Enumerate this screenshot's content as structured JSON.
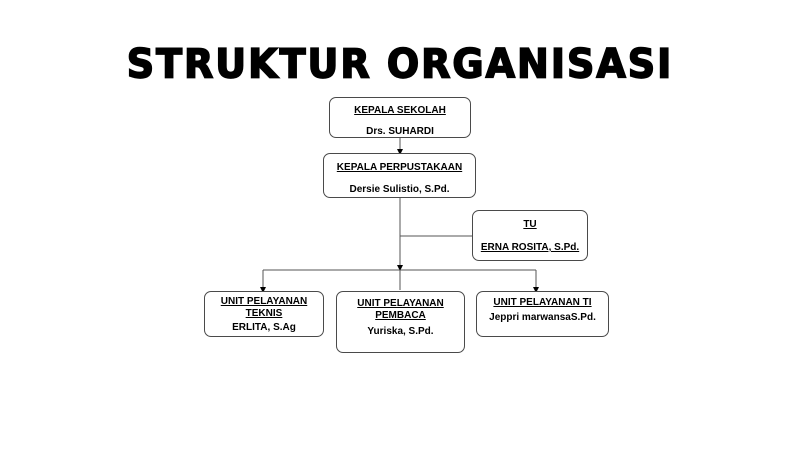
{
  "title": "STRUKTUR ORGANISASI",
  "nodes": {
    "kepala_sekolah": {
      "role": "KEPALA SEKOLAH",
      "person": "Drs. SUHARDI"
    },
    "kepala_perpustakaan": {
      "role": "KEPALA PERPUSTAKAAN",
      "person": "Dersie Sulistio,  S.Pd."
    },
    "tu": {
      "role": "TU",
      "person": "ERNA ROSITA, S.Pd."
    },
    "unit_teknis": {
      "role_line1": "UNIT PELAYANAN",
      "role_line2": "TEKNIS",
      "person": "ERLITA, S.Ag"
    },
    "unit_pembaca": {
      "role_line1": "UNIT PELAYANAN",
      "role_line2": "PEMBACA",
      "person": "Yuriska, S.Pd."
    },
    "unit_ti": {
      "role": "UNIT PELAYANAN  TI",
      "person": "Jeppri marwansaS.Pd."
    }
  }
}
